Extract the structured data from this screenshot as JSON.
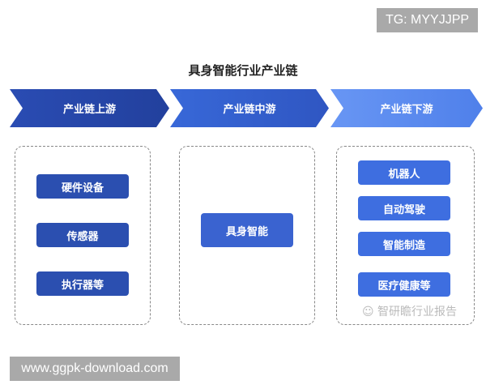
{
  "badges": {
    "top_right": "TG: MYYJJPP",
    "bottom_left": "www.ggpk-download.com"
  },
  "title": "具身智能行业产业链",
  "stages": [
    {
      "label": "产业链上游",
      "color": "#2646a8",
      "items": [
        "硬件设备",
        "传感器",
        "执行器等"
      ]
    },
    {
      "label": "产业链中游",
      "color": "#3561d0",
      "items": [
        "具身智能"
      ]
    },
    {
      "label": "产业链下游",
      "color": "#5a8cf0",
      "items": [
        "机器人",
        "自动驾驶",
        "智能制造",
        "医疗健康等"
      ]
    }
  ],
  "watermark": "智研瞻行业报告"
}
